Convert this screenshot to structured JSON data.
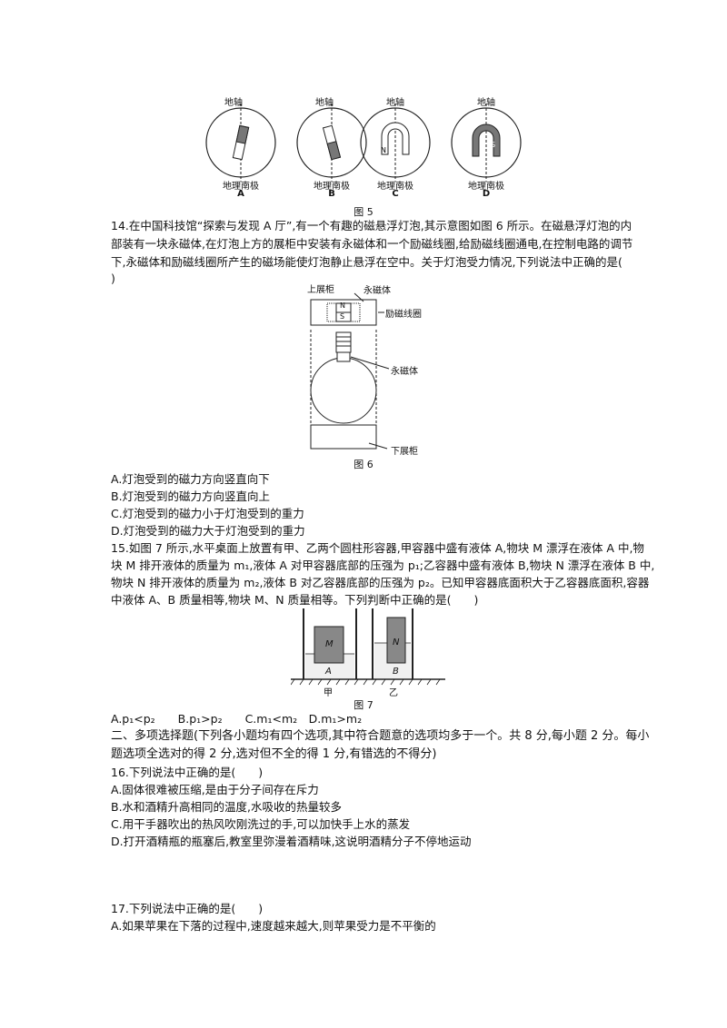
{
  "fig5": {
    "panels": [
      {
        "axis_label": "地轴",
        "pole_label": "地理南极",
        "letter": "A"
      },
      {
        "axis_label": "地轴",
        "pole_label": "地理南极",
        "letter": "B"
      },
      {
        "axis_label": "地轴",
        "pole_label": "地理南极",
        "letter": "C"
      },
      {
        "axis_label": "地轴",
        "pole_label": "地理南极",
        "letter": "D"
      }
    ],
    "caption": "图 5"
  },
  "q14": {
    "lines": [
      "14.在中国科技馆“探索与发现 A 厅”,有一个有趣的磁悬浮灯泡,其示意图如图 6 所示。在磁悬浮灯泡的内",
      "部装有一块永磁体,在灯泡上方的展柜中安装有永磁体和一个励磁线圈,给励磁线圈通电,在控制电路的调节",
      "下,永磁体和励磁线圈所产生的磁场能使灯泡静止悬浮在空中。关于灯泡受力情况,下列说法中正确的是(",
      ")"
    ],
    "fig": {
      "upper_cabinet": "上展柜",
      "magnet_top": "永磁体",
      "N": "N",
      "S": "S",
      "coil": "励磁线圈",
      "magnet_bulb": "永磁体",
      "lower_cabinet": "下展柜",
      "caption": "图 6"
    },
    "options": [
      "A.灯泡受到的磁力方向竖直向下",
      "B.灯泡受到的磁力方向竖直向上",
      "C.灯泡受到的磁力小于灯泡受到的重力",
      "D.灯泡受到的磁力大于灯泡受到的重力"
    ]
  },
  "q15": {
    "lines": [
      "15.如图 7 所示,水平桌面上放置有甲、乙两个圆柱形容器,甲容器中盛有液体 A,物块 M 漂浮在液体 A 中,物",
      "块 M 排开液体的质量为 m₁,液体 A 对甲容器底部的压强为 p₁;乙容器中盛有液体 B,物块 N 漂浮在液体 B 中,",
      "物块 N 排开液体的质量为 m₂,液体 B 对乙容器底部的压强为 p₂。已知甲容器底面积大于乙容器底面积,容器",
      "中液体 A、B 质量相等,物块 M、N 质量相等。下列判断中正确的是(　　)"
    ],
    "fig": {
      "M": "M",
      "A": "A",
      "N": "N",
      "B": "B",
      "jia": "甲",
      "yi": "乙",
      "caption": "图 7"
    },
    "options": "A.p₁<p₂　　B.p₁>p₂　　C.m₁<m₂　D.m₁>m₂"
  },
  "section2": {
    "lines": [
      "二、多项选择题(下列各小题均有四个选项,其中符合题意的选项均多于一个。共 8 分,每小题 2 分。每小",
      "题选项全选对的得 2 分,选对但不全的得 1 分,有错选的不得分)"
    ]
  },
  "q16": {
    "stem": "16.下列说法中正确的是(　　)",
    "options": [
      "A.固体很难被压缩,是由于分子间存在斥力",
      "B.水和酒精升高相同的温度,水吸收的热量较多",
      "C.用干手器吹出的热风吹刚洗过的手,可以加快手上水的蒸发",
      "D.打开酒精瓶的瓶塞后,教室里弥漫着酒精味,这说明酒精分子不停地运动"
    ]
  },
  "q17": {
    "stem": "17.下列说法中正确的是(　　)",
    "options": [
      "A.如果苹果在下落的过程中,速度越来越大,则苹果受力是不平衡的"
    ]
  }
}
